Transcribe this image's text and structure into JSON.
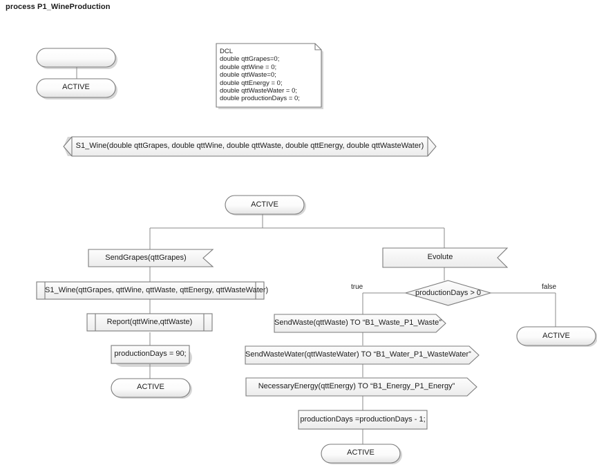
{
  "diagram": {
    "title": "process P1_WineProduction",
    "type": "SDL process flow diagram",
    "colors": {
      "shape_fill_light": "#fdfdfd",
      "shape_fill_dark": "#e8e8e8",
      "stroke": "#7a7a7a",
      "stroke_dark": "#5a5a5a",
      "text": "#1a1a1a",
      "shadow": "#c8c8c8",
      "background": "#ffffff"
    }
  },
  "start_branch": {
    "start_state": {
      "label": "",
      "shape": "rounded-state"
    },
    "active_state": {
      "label": "ACTIVE",
      "shape": "rounded-state"
    }
  },
  "declaration_note": {
    "header": "DCL",
    "lines": [
      "double qttGrapes=0;",
      "double qttWine = 0;",
      "double qttWaste=0;",
      "double qttEnergy = 0;",
      "double qttWasteWater = 0;",
      "double productionDays = 0;"
    ],
    "full_text": "DCL\ndouble qttGrapes=0;\ndouble qttWine = 0;\ndouble qttWaste=0;\ndouble qttEnergy = 0;\ndouble qttWasteWater = 0;\ndouble productionDays = 0;"
  },
  "signal_declaration": {
    "label": "S1_Wine(double qttGrapes, double qttWine, double qttWaste, double qttEnergy, double qttWasteWater)",
    "shape": "signal-both-pointed"
  },
  "main_state": {
    "label": "ACTIVE",
    "shape": "rounded-state"
  },
  "left_branch": {
    "input_signal": {
      "label": "SendGrapes(qttGrapes)",
      "shape": "input"
    },
    "procedure_call_1": {
      "label": "S1_Wine(qttGrapes, qttWine, qttWaste, qttEnergy, qttWasteWater)",
      "shape": "procedure-call"
    },
    "procedure_call_2": {
      "label": "Report(qttWine,qttWaste)",
      "shape": "procedure-call"
    },
    "task": {
      "label": "productionDays = 90;",
      "shape": "task"
    },
    "next_state": {
      "label": "ACTIVE",
      "shape": "rounded-state"
    }
  },
  "right_branch": {
    "input_signal": {
      "label": "Evolute",
      "shape": "input"
    },
    "decision": {
      "label": "productionDays > 0",
      "shape": "diamond",
      "true_label": "true",
      "false_label": "false"
    },
    "false_state": {
      "label": "ACTIVE",
      "shape": "rounded-state"
    },
    "outputs": [
      {
        "label": "SendWaste(qttWaste) TO “B1_Waste_P1_Waste”",
        "shape": "output"
      },
      {
        "label": "SendWasteWater(qttWasteWater) TO “B1_Water_P1_WasteWater”",
        "shape": "output"
      },
      {
        "label": "NecessaryEnergy(qttEnergy) TO “B1_Energy_P1_Energy”",
        "shape": "output"
      }
    ],
    "task": {
      "label": "productionDays =productionDays - 1;",
      "shape": "task"
    },
    "next_state": {
      "label": "ACTIVE",
      "shape": "rounded-state"
    }
  }
}
